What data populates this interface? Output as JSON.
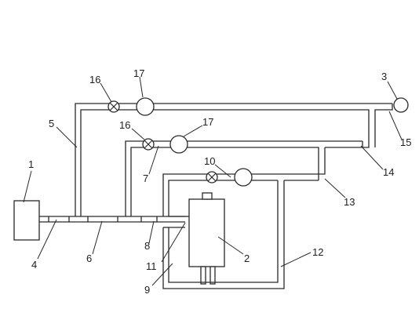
{
  "labels": {
    "n1": "1",
    "n2": "2",
    "n3": "3",
    "n4": "4",
    "n5": "5",
    "n6": "6",
    "n7": "7",
    "n8": "8",
    "n9": "9",
    "n10": "10",
    "n11": "11",
    "n12": "12",
    "n13": "13",
    "n14": "14",
    "n15": "15",
    "n16a": "16",
    "n16b": "16",
    "n17a": "17",
    "n17b": "17"
  },
  "colors": {
    "line": "#2a2a2a",
    "background": "#ffffff"
  }
}
